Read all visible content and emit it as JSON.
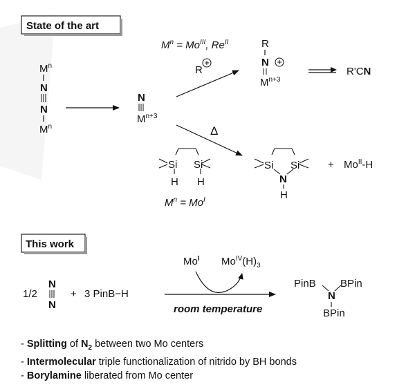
{
  "section1": {
    "title": "State of the art"
  },
  "section2": {
    "title": "This work"
  },
  "scheme1": {
    "condition_metal": "M",
    "condition_eq": " = Mo",
    "condition_eq_sup1": "III",
    "condition_sep": ", Re",
    "condition_eq_sup2": "II",
    "reagent_R": "R",
    "product_nitrile": "R'C",
    "product_nitrile_N": "N",
    "heat": "Δ",
    "plus": "+",
    "mo2h": "Mo",
    "mo2h_sup": "II",
    "mo2h_tail": "-H",
    "condition2_metal": "M",
    "condition2_eq": " = Mo",
    "condition2_sup": "I"
  },
  "scheme2": {
    "half": "1/2",
    "plus": "+",
    "reagent": "3  PinB−H",
    "catalyst": "Mo",
    "catalyst_sup": "I",
    "byproduct": "Mo",
    "byproduct_sup": "IV",
    "byproduct_tail": "(H)",
    "byproduct_sub": "3",
    "condition": "room temperature",
    "product_left": "PinB",
    "product_right": "BPin",
    "product_bottom": "BPin",
    "product_N": "N"
  },
  "bullets": [
    {
      "prefix": "- ",
      "bold": "Splitting",
      "mid": " of ",
      "bold2": "N",
      "sub": "2",
      "rest": " between two Mo centers"
    },
    {
      "prefix": "- ",
      "bold": "Intermolecular",
      "rest": " triple functionalization of nitrido by BH bonds"
    },
    {
      "prefix": "- ",
      "bold": "Borylamine",
      "rest": " liberated from Mo center"
    }
  ],
  "atoms": {
    "M": "M",
    "n": "n",
    "N": "N",
    "R": "R",
    "Si": "Si",
    "H": "H",
    "np3": "n+3"
  }
}
